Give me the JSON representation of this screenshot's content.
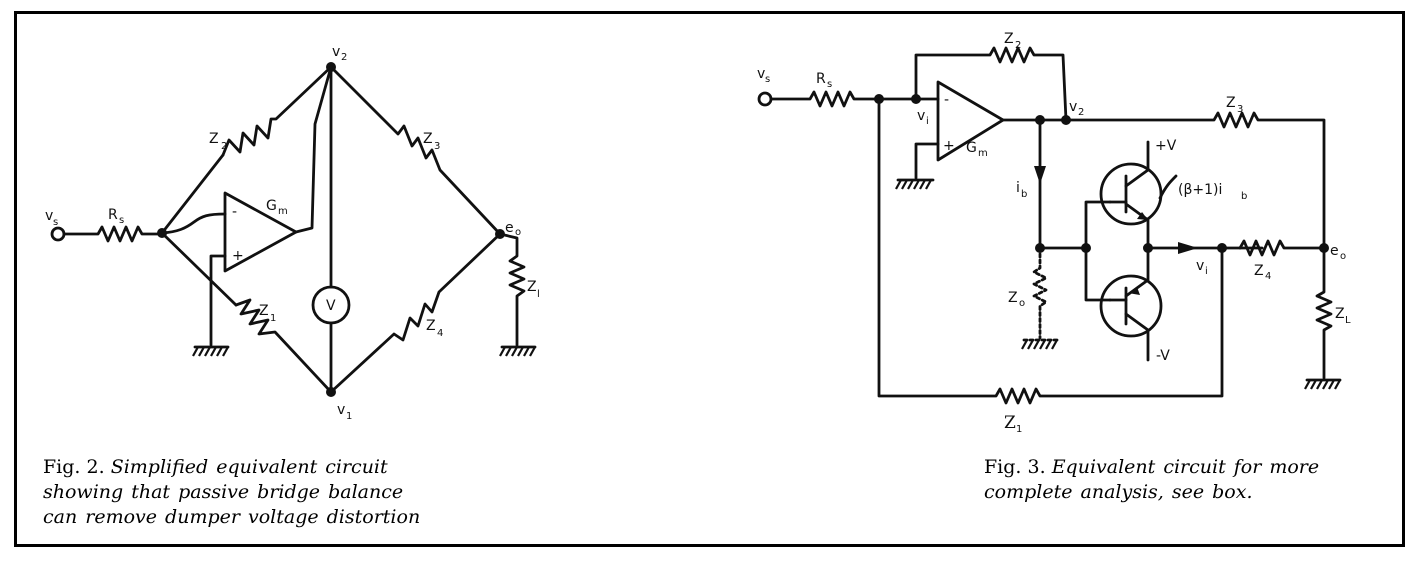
{
  "figures": [
    {
      "id": "fig2",
      "caption_label": "Fig. 2.",
      "caption_lines": [
        "Simplified equivalent circuit",
        "showing that passive bridge balance",
        "can remove dumper voltage distortion"
      ],
      "labels": {
        "vs": "v",
        "vs_sub": "s",
        "rs": "R",
        "rs_sub": "s",
        "z2": "Z",
        "z2_sub": "2",
        "z1": "Z",
        "z1_sub": "1",
        "z3": "Z",
        "z3_sub": "3",
        "z4": "Z",
        "z4_sub": "4",
        "zl": "Z",
        "zl_sub": "l",
        "v2": "v",
        "v2_sub": "2",
        "v1": "v",
        "v1_sub": "1",
        "eo": "e",
        "eo_sub": "o",
        "gm": "G",
        "gm_sub": "m",
        "meter": "V",
        "minus": "-",
        "plus": "+"
      }
    },
    {
      "id": "fig3",
      "caption_label": "Fig. 3.",
      "caption_lines": [
        "Equivalent circuit for more",
        "complete analysis, see box."
      ],
      "labels": {
        "vs": "v",
        "vs_sub": "s",
        "rs": "R",
        "rs_sub": "s",
        "z2": "Z",
        "z2_sub": "2",
        "z3": "Z",
        "z3_sub": "3",
        "z4": "Z",
        "z4_sub": "4",
        "zl": "Z",
        "zl_sub": "L",
        "zo": "Z",
        "zo_sub": "o",
        "z1": "Z",
        "z1_sub": "1",
        "vi_in": "v",
        "vi_in_sub": "i",
        "vi_out": "v",
        "vi_out_sub": "i",
        "v2": "v",
        "v2_sub": "2",
        "eo": "e",
        "eo_sub": "o",
        "gm": "G",
        "gm_sub": "m",
        "ib": "i",
        "ib_sub": "b",
        "beta": "(β+1)i",
        "beta_sub": "b",
        "plus_v": "+V",
        "minus_v": "-V",
        "minus": "-",
        "plus": "+"
      }
    }
  ]
}
